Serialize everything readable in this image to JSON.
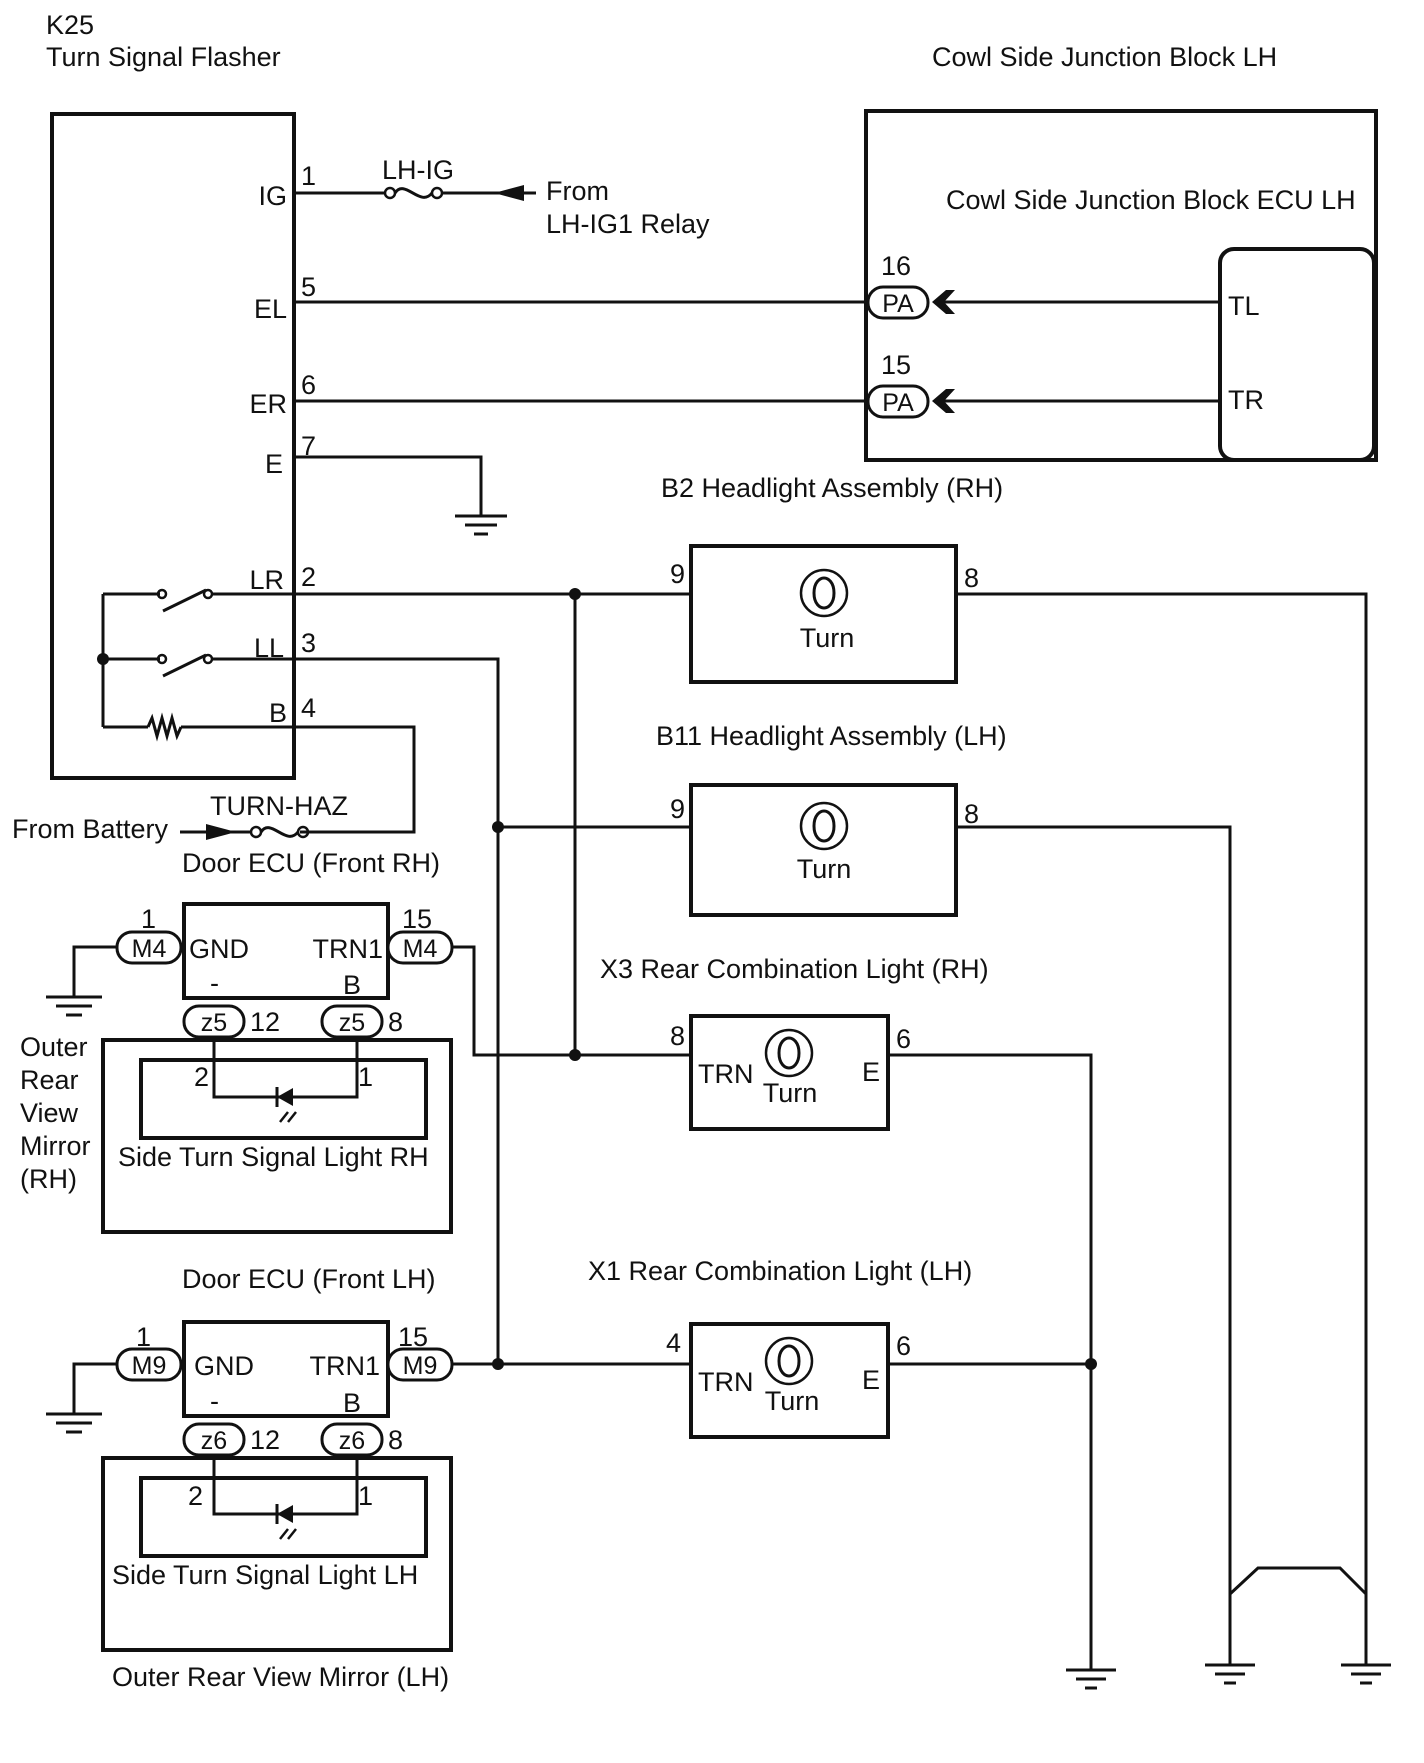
{
  "flasher": {
    "code": "K25",
    "name": "Turn Signal Flasher",
    "pins": {
      "ig": "IG",
      "el": "EL",
      "er": "ER",
      "e": "E",
      "lr": "LR",
      "ll": "LL",
      "b": "B"
    },
    "pin_numbers": {
      "ig": "1",
      "el": "5",
      "er": "6",
      "e": "7",
      "lr": "2",
      "ll": "3",
      "b": "4"
    }
  },
  "fuses": {
    "lh_ig": "LH-IG",
    "turn_haz": "TURN-HAZ"
  },
  "sources": {
    "relay_line1": "From",
    "relay_line2": "LH-IG1 Relay",
    "battery": "From Battery"
  },
  "cowl": {
    "title": "Cowl Side Junction Block LH",
    "ecu": "Cowl Side Junction Block ECU LH",
    "tl": "TL",
    "tr": "TR",
    "connector": "PA",
    "tl_pin": "16",
    "tr_pin": "15"
  },
  "b2": {
    "title": "B2 Headlight Assembly (RH)",
    "lamp": "Turn",
    "pin_in": "9",
    "pin_out": "8"
  },
  "b11": {
    "title": "B11 Headlight Assembly (LH)",
    "lamp": "Turn",
    "pin_in": "9",
    "pin_out": "8"
  },
  "x3": {
    "title": "X3 Rear Combination Light (RH)",
    "lamp": "Turn",
    "trn": "TRN",
    "e": "E",
    "pin_in": "8",
    "pin_out": "6"
  },
  "x1": {
    "title": "X1 Rear Combination Light (LH)",
    "lamp": "Turn",
    "trn": "TRN",
    "e": "E",
    "pin_in": "4",
    "pin_out": "6"
  },
  "door_rh": {
    "title": "Door ECU (Front RH)",
    "gnd": "GND",
    "trn1": "TRN1",
    "minus": "-",
    "b": "B",
    "conn_left": "M4",
    "conn_right": "M4",
    "pin_left": "1",
    "pin_right": "15",
    "sub_conn": "z5",
    "sub_pin_left": "12",
    "sub_pin_right": "8"
  },
  "door_lh": {
    "title": "Door ECU (Front LH)",
    "gnd": "GND",
    "trn1": "TRN1",
    "minus": "-",
    "b": "B",
    "conn_left": "M9",
    "conn_right": "M9",
    "pin_left": "1",
    "pin_right": "15",
    "sub_conn": "z6",
    "sub_pin_left": "12",
    "sub_pin_right": "8"
  },
  "mirror_rh": {
    "label_lines": [
      "Outer",
      "Rear",
      "View",
      "Mirror",
      "(RH)"
    ],
    "light": "Side Turn Signal Light RH",
    "pin_left": "2",
    "pin_right": "1"
  },
  "mirror_lh": {
    "title": "Outer Rear View Mirror (LH)",
    "light": "Side Turn Signal Light LH",
    "pin_left": "2",
    "pin_right": "1"
  }
}
